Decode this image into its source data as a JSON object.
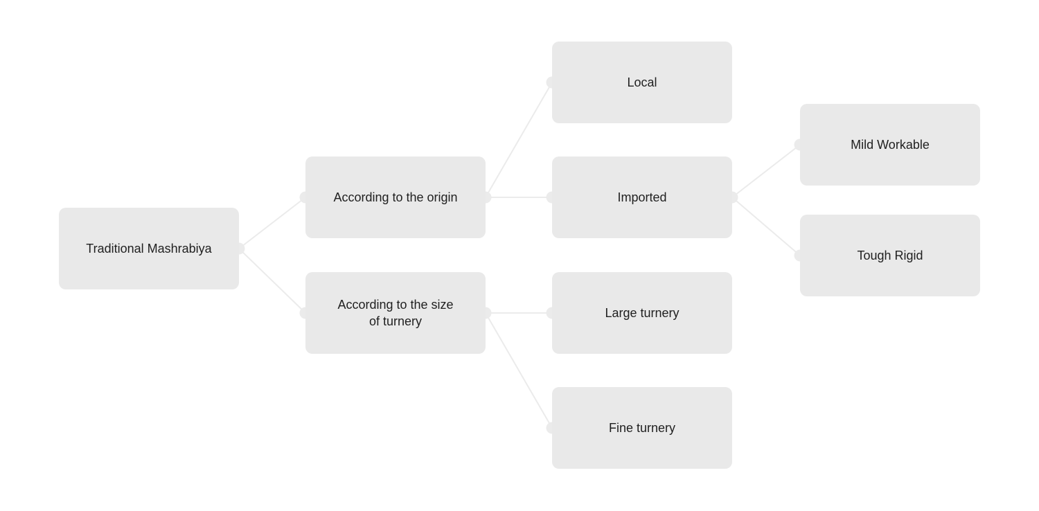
{
  "diagram": {
    "type": "mindmap",
    "style": {
      "canvas_bg": "#ffffff",
      "node_fill": "#e9e9e9",
      "edge_color": "#ebebeb",
      "text_color": "#1f1f1f"
    },
    "nodes": [
      {
        "id": "root",
        "label": "Traditional Mashrabiya"
      },
      {
        "id": "according-origin",
        "label": "According to the origin"
      },
      {
        "id": "according-size",
        "label": "According to the size of turnery"
      },
      {
        "id": "local",
        "label": "Local"
      },
      {
        "id": "imported",
        "label": "Imported"
      },
      {
        "id": "large-turnery",
        "label": "Large turnery"
      },
      {
        "id": "fine-turnery",
        "label": "Fine turnery"
      },
      {
        "id": "mild-workable",
        "label": "Mild Workable"
      },
      {
        "id": "tough-rigid",
        "label": "Tough Rigid"
      }
    ],
    "edges": [
      {
        "from": "root",
        "to": "according-origin"
      },
      {
        "from": "root",
        "to": "according-size"
      },
      {
        "from": "according-origin",
        "to": "local"
      },
      {
        "from": "according-origin",
        "to": "imported"
      },
      {
        "from": "according-size",
        "to": "large-turnery"
      },
      {
        "from": "according-size",
        "to": "fine-turnery"
      },
      {
        "from": "imported",
        "to": "mild-workable"
      },
      {
        "from": "imported",
        "to": "tough-rigid"
      }
    ]
  }
}
